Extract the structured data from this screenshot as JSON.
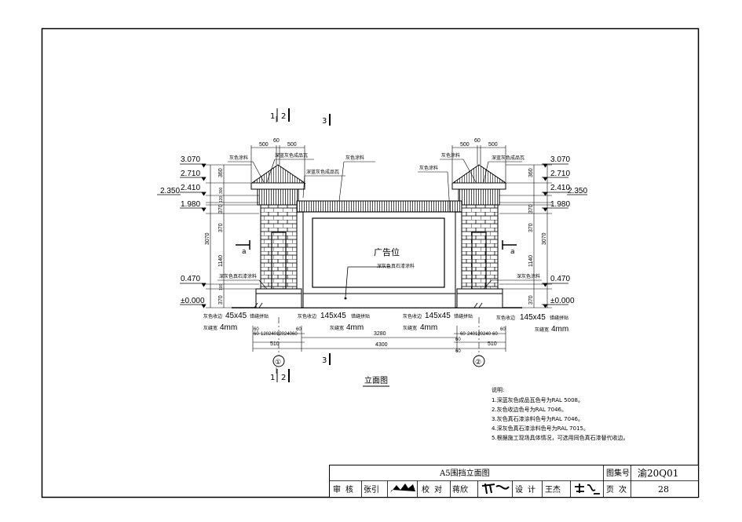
{
  "drawing": {
    "caption": "立面图",
    "ad_label": "广告位",
    "section_marks": {
      "one": "1",
      "two": "2",
      "three": "3"
    },
    "axis_labels": [
      "①",
      "②"
    ],
    "section_a": "a",
    "elevations": {
      "left": [
        "3.070",
        "2.710",
        "2.410",
        "2.350",
        "1.980",
        "0.470",
        "±0.000"
      ],
      "right": [
        "3.070",
        "2.710",
        "2.410",
        "2.350",
        "1.980",
        "0.470",
        "±0.000"
      ]
    },
    "dims_top": [
      "500",
      "60",
      "500"
    ],
    "dims_vertical": [
      "360",
      "300",
      "120",
      "370",
      "1140",
      "3070",
      "100",
      "370"
    ],
    "dims_bottom": {
      "small_left": [
        "60",
        "60",
        "120",
        "240",
        "120",
        "240",
        "60",
        "60"
      ],
      "small_right": [
        "60",
        "60",
        "240",
        "120",
        "240",
        "60",
        "60"
      ],
      "left_510": "510",
      "right_510": "510",
      "span_3280": "3280",
      "total_4300": "4300",
      "sixty_a": "60",
      "sixty_b": "60"
    },
    "callouts": {
      "gray_paint_l": "灰色涂料",
      "gray_paint_r": "灰色涂料",
      "gray_paint_mid": "灰色涂料",
      "blue_tile_l": "深蓝灰色成品瓦",
      "blue_tile_mid": "深蓝灰色成品瓦",
      "blue_tile_r": "深蓝灰色成品瓦",
      "stone_paint_l": "深灰色真石漆涂料",
      "stone_paint_mid": "深灰色真石漆涂料",
      "stone_paint_r": "深灰色涂料",
      "joint_l1_a": "灰色收边",
      "joint_l1_b": "45x45",
      "joint_l1_c": "错缝拼贴",
      "joint_l2_a": "灰缝宽",
      "joint_l2_b": "4mm",
      "joint_m1_a": "灰色收边",
      "joint_m1_b": "145x45",
      "joint_m1_c": "错缝拼贴",
      "joint_m2_a": "灰缝宽",
      "joint_m2_b": "4mm",
      "joint_m3_a": "灰色收边",
      "joint_m3_b": "145x45",
      "joint_m3_c": "错缝拼贴",
      "joint_m4_a": "灰缝宽",
      "joint_m4_b": "4mm",
      "joint_r1_a": "灰色收边",
      "joint_r1_b": "145x45",
      "joint_r1_c": "错缝拼贴",
      "joint_r2_a": "灰缝宽",
      "joint_r2_b": "4mm"
    },
    "notes": {
      "title": "说明:",
      "items": [
        "1.深蓝灰色成品瓦色号为RAL 5008。",
        "2.灰色收边色号为RAL 7046。",
        "3.灰色真石漆涂料色号为RAL 7046。",
        "4.深灰色真石漆涂料色号为RAL 7015。",
        "5.根据施工现场具体情况，可选用同色真石漆替代收边。"
      ]
    }
  },
  "title_block": {
    "drawing_name": "A5围挡立面图",
    "atlas_label": "图集号",
    "atlas_number": "渝20Q01",
    "review_label": "审核",
    "reviewer": "张引",
    "check_label": "校对",
    "checker": "蒋欣",
    "design_label": "设计",
    "designer": "王杰",
    "page_label": "页次",
    "page_number": "28"
  }
}
